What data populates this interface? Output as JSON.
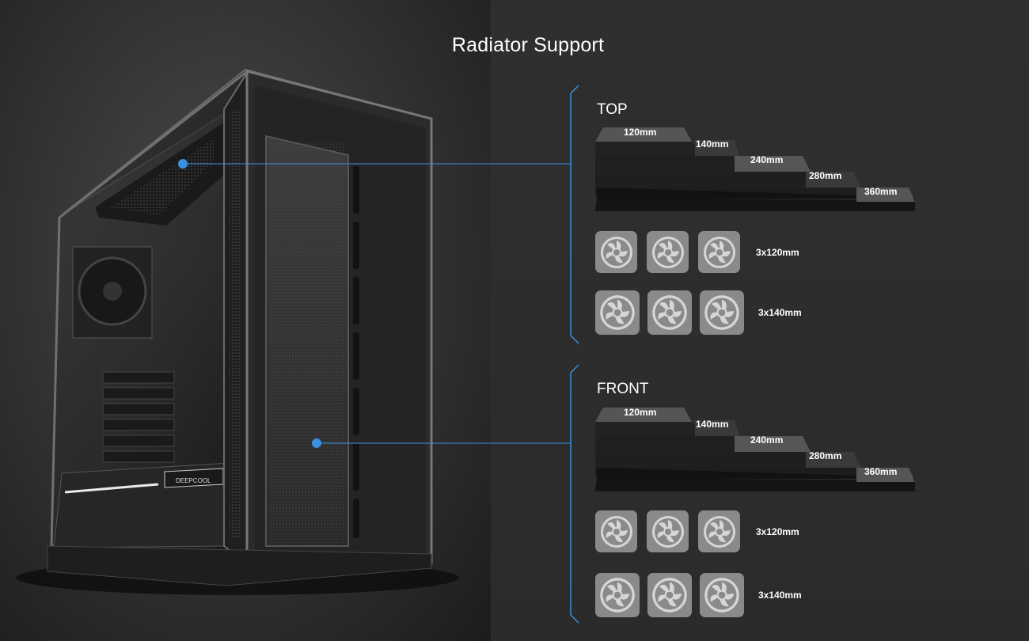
{
  "title": "Radiator Support",
  "sections": [
    {
      "label": "TOP",
      "radiators": [
        "120mm",
        "140mm",
        "240mm",
        "280mm",
        "360mm"
      ],
      "fan_rows": [
        {
          "count": 3,
          "caption": "3x120mm"
        },
        {
          "count": 3,
          "caption": "3x140mm"
        }
      ]
    },
    {
      "label": "FRONT",
      "radiators": [
        "120mm",
        "140mm",
        "240mm",
        "280mm",
        "360mm"
      ],
      "fan_rows": [
        {
          "count": 3,
          "caption": "3x120mm"
        },
        {
          "count": 3,
          "caption": "3x140mm"
        }
      ]
    }
  ],
  "case_logo": "DEEPCOOL",
  "colors": {
    "accent": "#3b8fe0",
    "fan_tile": "#8a8a8a",
    "radiator_dark": "#1c1c1c"
  }
}
